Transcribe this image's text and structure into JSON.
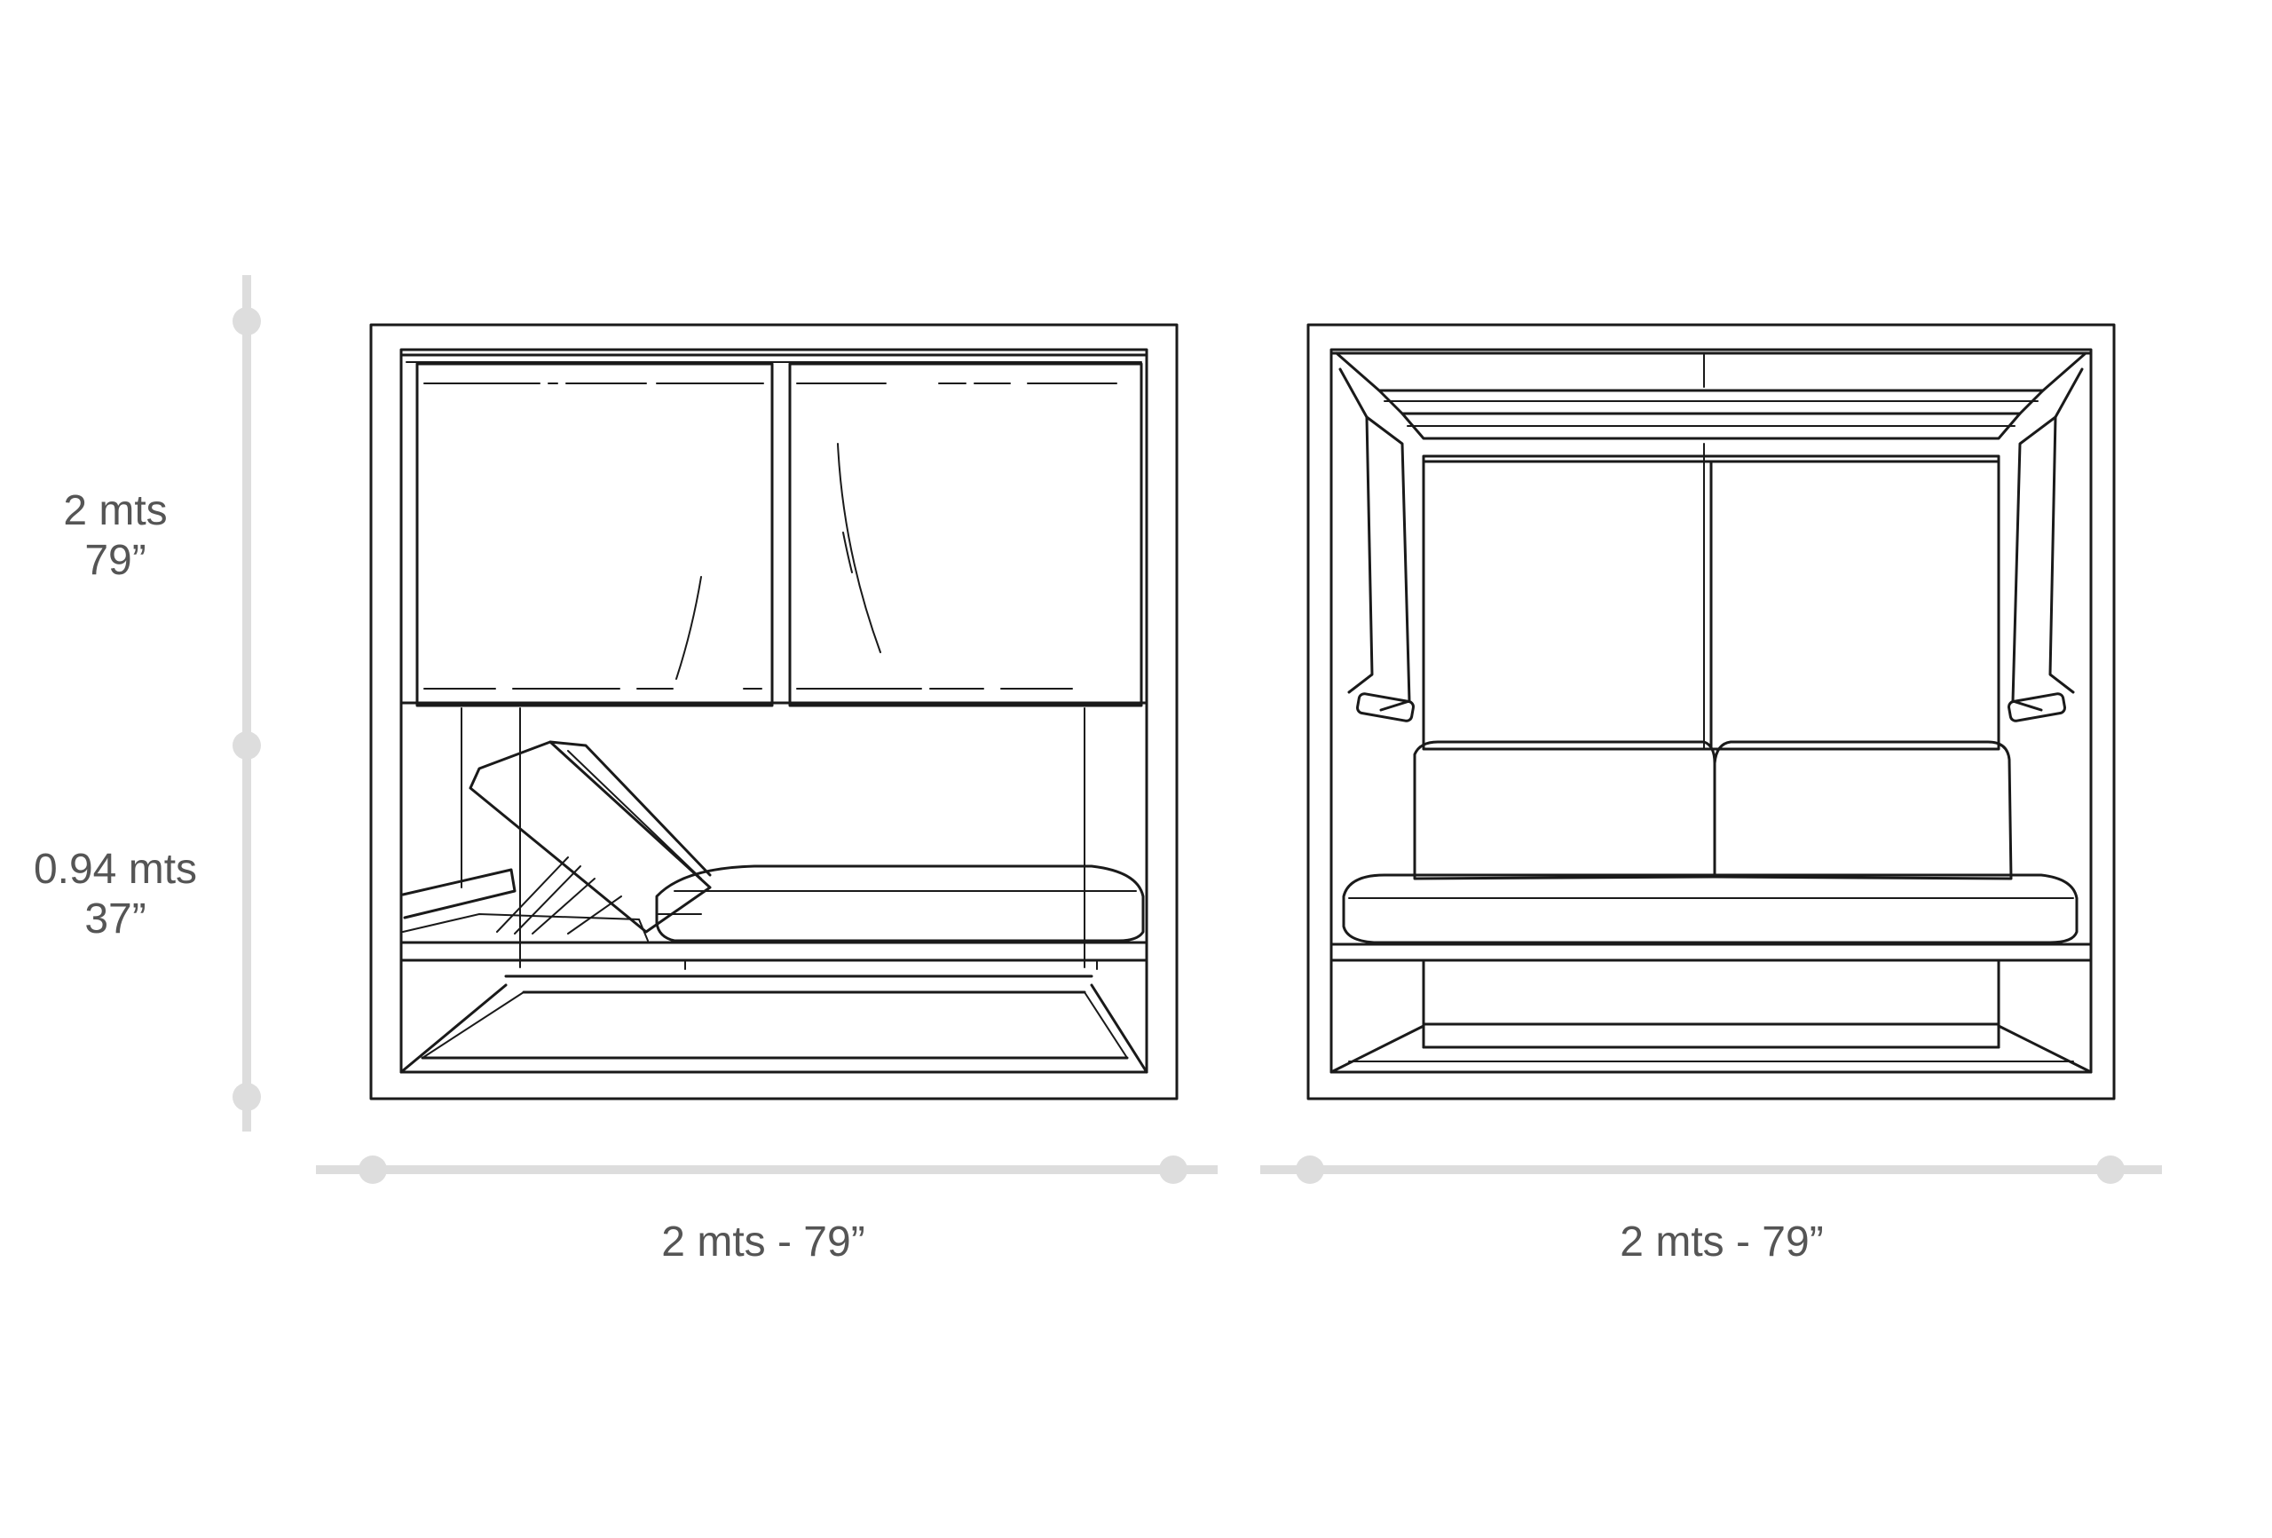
{
  "dimensions": {
    "height_total": {
      "metric": "2 mts",
      "imperial": "79”"
    },
    "height_seat": {
      "metric": "0.94 mts",
      "imperial": "37”"
    },
    "width_side_view": "2 mts - 79”",
    "width_front_view": "2 mts - 79”"
  },
  "colors": {
    "dimension_line": "#dddddd",
    "drawing_line": "#1a1a1a",
    "label_text": "#555555",
    "background": "#ffffff"
  }
}
